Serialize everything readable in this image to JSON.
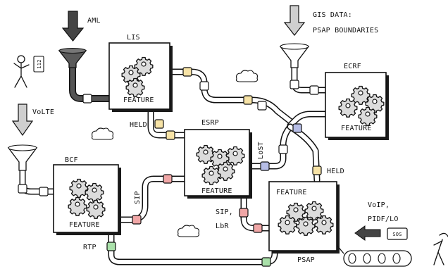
{
  "inputs": {
    "aml": "AML",
    "gis_line1": "GIS DATA:",
    "gis_line2": "PSAP BOUNDARIES",
    "volte": "VoLTE",
    "voip_line1": "VoIP,",
    "voip_line2": "PIDF/LO",
    "phone_key": "112",
    "sos_key": "SOS"
  },
  "nodes": {
    "lis": {
      "name": "LIS",
      "feature": "FEATURE"
    },
    "ecrf": {
      "name": "ECRF",
      "feature": "FEATURE"
    },
    "esrp": {
      "name": "ESRP",
      "feature": "FEATURE"
    },
    "bcf": {
      "name": "BCF",
      "feature": "FEATURE"
    },
    "psap": {
      "name": "PSAP",
      "feature": "FEATURE"
    }
  },
  "connections": {
    "held_lis_esrp": "HELD",
    "lost": "LoST",
    "held_psap": "HELD",
    "sip": "SIP",
    "sip_lbr_line1": "SIP,",
    "sip_lbr_line2": "LbR",
    "rtp": "RTP"
  },
  "colors": {
    "ink": "#111111",
    "coupling_yellow": "#f7e3a6",
    "coupling_blue": "#b6bde6",
    "coupling_red": "#f0a6a6",
    "coupling_green": "#a9e0a9",
    "arrow_gray": "#bdbdbd",
    "arrow_dark": "#444444"
  }
}
